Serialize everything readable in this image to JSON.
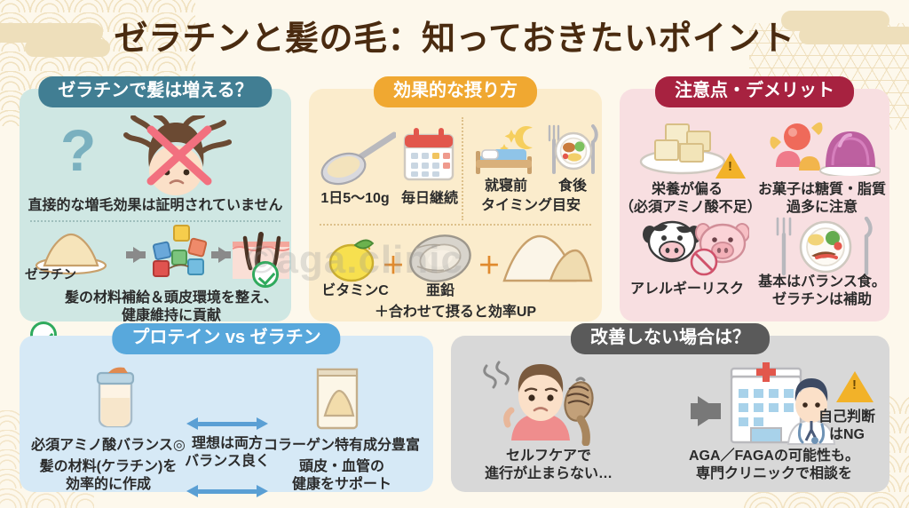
{
  "page": {
    "title": "ゼラチンと髪の毛：知っておきたいポイント",
    "watermark": "©aga.clinic",
    "colors": {
      "background": "#fdf8ec",
      "title_text": "#4a2b10",
      "card1_header": "#417e93",
      "card1_body": "#cfe7e3",
      "card2_header": "#f0a831",
      "card2_body": "#fbeccc",
      "card3_header": "#a72240",
      "card3_body": "#f8dfe1",
      "card4_header": "#58a8dc",
      "card4_body": "#d6e9f6",
      "card5_header": "#5a5a5a",
      "card5_body": "#d8d8d8",
      "check_green": "#2faa5d",
      "warning_yellow": "#f2b229",
      "arrow_blue": "#5a9fd4"
    }
  },
  "card1": {
    "header": "ゼラチンで髪は増える？",
    "icons": {
      "question": "question-mark-icon",
      "hair_cross": "messy-hair-crossed-out-icon",
      "gelatin_powder": "gelatin-powder-plate-icon",
      "amino_blocks": "amino-acid-blocks-icon",
      "scalp": "scalp-hair-follicle-icon"
    },
    "statement": "直接的な増毛効果は証明されていません",
    "gelatin_label": "ゼラチン",
    "benefit_line1": "髪の材料補給＆頭皮環境を整え、",
    "benefit_line2": "健康維持に貢献"
  },
  "card2": {
    "header": "効果的な摂り方",
    "items": [
      {
        "icon": "spoon-powder-icon",
        "label": "1日5〜10g"
      },
      {
        "icon": "calendar-icon",
        "label": "毎日継続"
      }
    ],
    "timing": {
      "bed_icon": "bed-moon-icon",
      "bed_label": "就寝前",
      "meal_icon": "plate-fork-knife-icon",
      "meal_label": "食後",
      "note": "タイミング目安"
    },
    "combo": [
      {
        "icon": "lemon-icon",
        "label": "ビタミンC"
      },
      {
        "icon": "oyster-icon",
        "label": "亜鉛"
      },
      {
        "icon": "gelatin-powder-pile-icon",
        "label": ""
      }
    ],
    "plus_symbol": "＋",
    "combo_note": "＋合わせて摂ると効率UP"
  },
  "card3": {
    "header": "注意点・デメリット",
    "items": [
      {
        "icon": "tofu-cubes-plate-icon",
        "badge": "warning-triangle-icon",
        "line1": "栄養が偏る",
        "line2": "（必須アミノ酸不足）"
      },
      {
        "icon": "candy-jelly-icon",
        "badge": "",
        "line1": "お菓子は糖質・脂質",
        "line2": "過多に注意"
      },
      {
        "icon": "cow-pig-allergy-icon",
        "badge": "no-allergen-icon",
        "line1": "アレルギーリスク",
        "line2": ""
      },
      {
        "icon": "balanced-meal-plate-icon",
        "badge": "",
        "line1": "基本はバランス食。",
        "line2": "ゼラチンは補助"
      }
    ]
  },
  "card4": {
    "header": "プロテイン vs ゼラチン",
    "left": {
      "icon": "protein-shaker-icon",
      "headline": "必須アミノ酸バランス◎",
      "line1": "髪の材料(ケラチン)を",
      "line2": "効率的に作成"
    },
    "center": {
      "line1": "理想は両方",
      "line2": "バランス良く",
      "arrow_icon": "double-arrow-icon"
    },
    "right": {
      "icon": "gelatin-pouch-icon",
      "headline": "コラーゲン特有成分豊富",
      "line1": "頭皮・血管の",
      "line2": "健康をサポート"
    }
  },
  "card5": {
    "header": "改善しない場合は？",
    "left": {
      "icon": "worried-person-brush-icon",
      "line1": "セルフケアで",
      "line2": "進行が止まらない…"
    },
    "arrow_icon": "right-arrow-icon",
    "right": {
      "icon": "clinic-doctor-icon",
      "line1": "AGA／FAGAの可能性も。",
      "line2": "専門クリニックで相談を"
    },
    "badge": {
      "icon": "warning-triangle-icon",
      "line1": "自己判断",
      "line2": "はNG"
    }
  }
}
